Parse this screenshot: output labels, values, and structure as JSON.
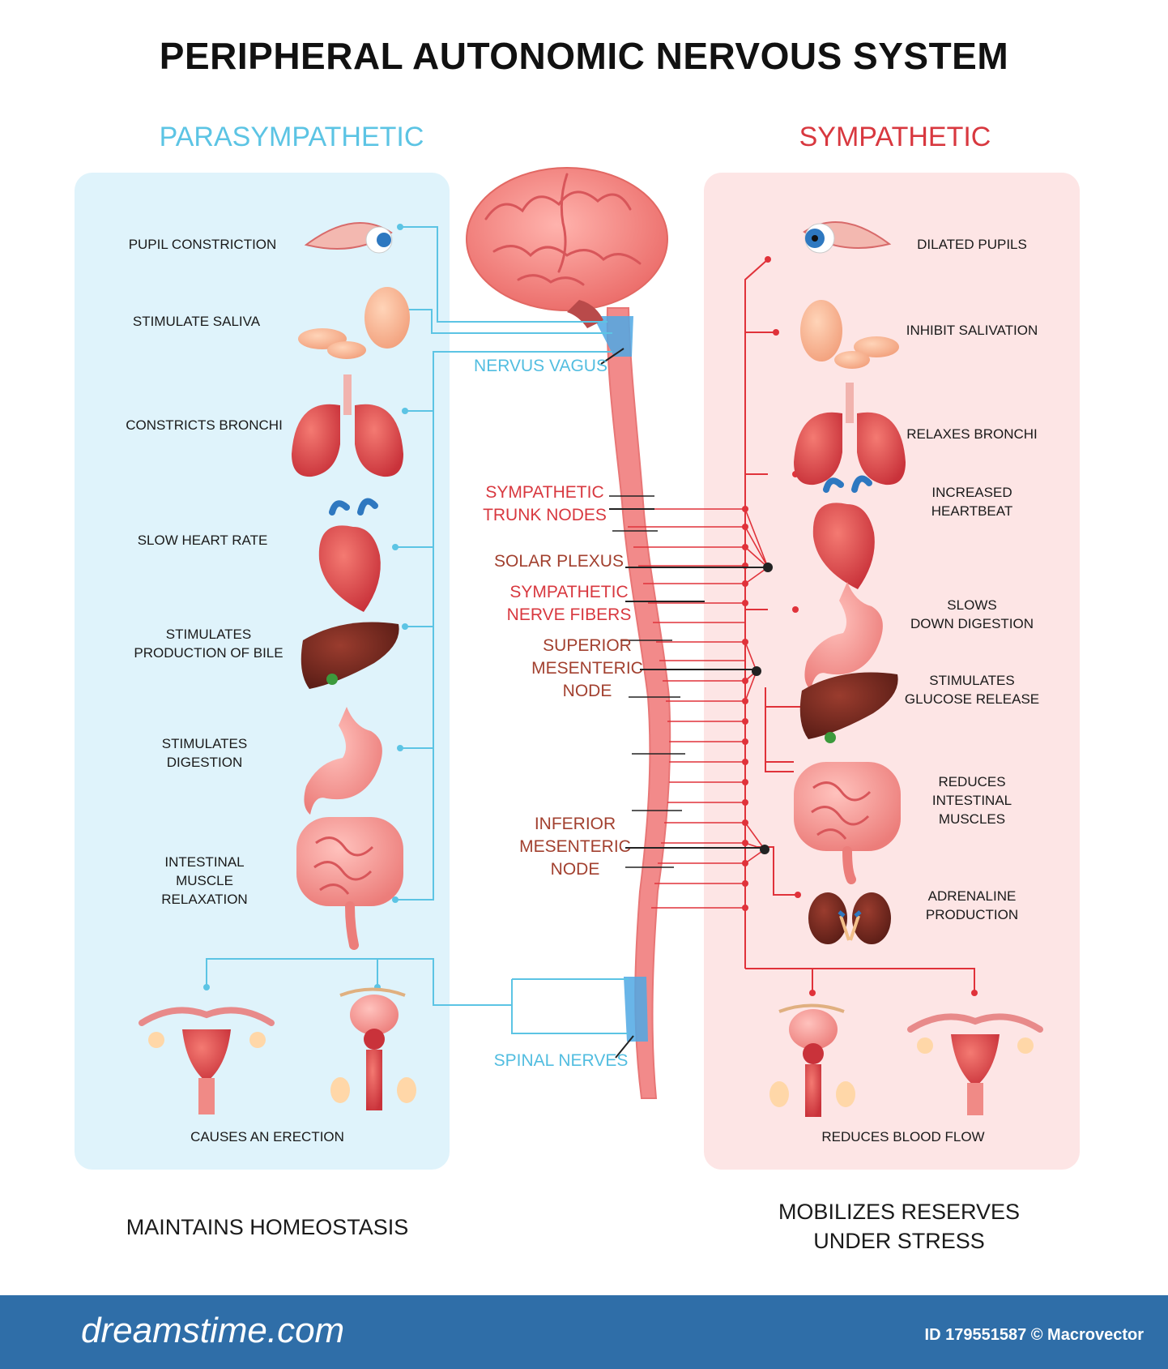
{
  "title": "PERIPHERAL AUTONOMIC NERVOUS SYSTEM",
  "parasympathetic": {
    "heading": "PARASYMPATHETIC",
    "items": [
      {
        "label": "PUPIL CONSTRICTION",
        "icon": "eye-icon"
      },
      {
        "label": "STIMULATE SALIVA",
        "icon": "salivary-gland-icon"
      },
      {
        "label": "CONSTRICTS BRONCHI",
        "icon": "lungs-icon"
      },
      {
        "label": "SLOW HEART RATE",
        "icon": "heart-icon"
      },
      {
        "label": "STIMULATES\nPRODUCTION OF BILE",
        "icon": "liver-icon"
      },
      {
        "label": "STIMULATES\nDIGESTION",
        "icon": "stomach-icon"
      },
      {
        "label": "INTESTINAL\nMUSCLE\nRELAXATION",
        "icon": "intestines-icon"
      }
    ],
    "reproductive_label": "CAUSES AN ERECTION",
    "footer": "MAINTAINS HOMEOSTASIS"
  },
  "sympathetic": {
    "heading": "SYMPATHETIC",
    "items": [
      {
        "label": "DILATED PUPILS",
        "icon": "eye-icon"
      },
      {
        "label": "INHIBIT SALIVATION",
        "icon": "salivary-gland-icon"
      },
      {
        "label": "RELAXES BRONCHI",
        "icon": "lungs-icon"
      },
      {
        "label": "INCREASED\nHEARTBEAT",
        "icon": "heart-icon"
      },
      {
        "label": "SLOWS\nDOWN DIGESTION",
        "icon": "stomach-icon"
      },
      {
        "label": "STIMULATES\nGLUCOSE RELEASE",
        "icon": "liver-icon"
      },
      {
        "label": "REDUCES\nINTESTINAL\nMUSCLES",
        "icon": "intestines-icon"
      },
      {
        "label": "ADRENALINE\nPRODUCTION",
        "icon": "kidneys-icon"
      }
    ],
    "reproductive_label": "REDUCES BLOOD FLOW",
    "footer": "MOBILIZES RESERVES\nUNDER STRESS"
  },
  "spine_labels": {
    "nervus_vagus": "NERVUS VAGUS",
    "sympathetic_trunk_nodes": "SYMPATHETIC\nTRUNK NODES",
    "solar_plexus": "SOLAR PLEXUS",
    "sympathetic_nerve_fibers": "SYMPATHETIC\nNERVE FIBERS",
    "superior_mesenteric_node": "SUPERIOR\nMESENTERIC\nNODE",
    "inferior_mesenteric_node": "INFERIOR\nMESENTERIC\nNODE",
    "spinal_nerves": "SPINAL NERVES"
  },
  "watermark": {
    "logo": "dreamstime.com",
    "credit": "ID 179551587 © Macrovector"
  },
  "colors": {
    "parasympathetic": "#5cc4e4",
    "sympathetic": "#d8383f",
    "panel_left": "#dff3fb",
    "panel_right": "#fde5e5",
    "spine": "#f28a8a",
    "footer_bar": "#2f6ea8"
  }
}
